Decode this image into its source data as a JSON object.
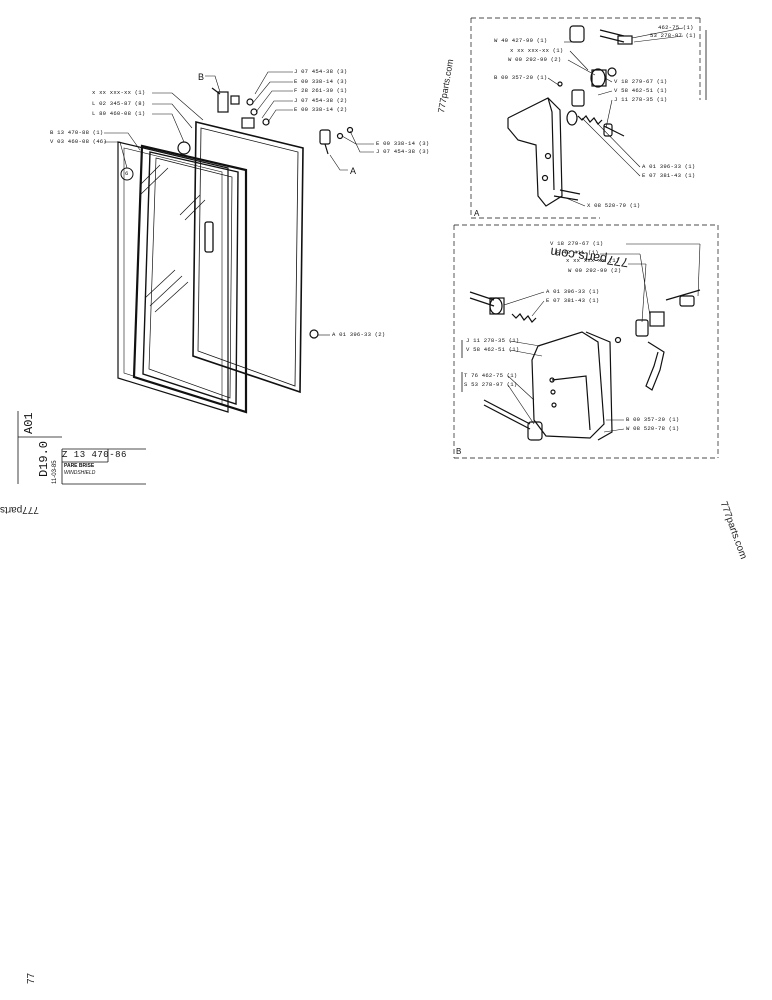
{
  "page": {
    "side_code_1": "A01",
    "side_code_2": "D19.0",
    "side_date": "11-03-85",
    "figure_number": "Z 13 470-86",
    "title_fr": "PARE BRISE",
    "title_en": "WINDSHIELD"
  },
  "watermarks": {
    "top": "777parts.com",
    "mid_left": "777parts",
    "right": "777parts.com",
    "mirror": "777parts.com",
    "bottom": "77"
  },
  "main_view": {
    "callouts": {
      "b": "B",
      "a": "A",
      "l1": "x xx xxx-xx (1)",
      "l2": "L 02 345-87 (8)",
      "l3": "L 80 460-08 (1)",
      "l4": "B 13 470-88 (1)",
      "l5": "V 03 460-08 (46)",
      "l6": "6",
      "r1": "J 07 454-38 (3)",
      "r2": "E 00 338-14 (3)",
      "r3": "F 28 261-30 (1)",
      "r4": "J 07 454-38 (2)",
      "r5": "E 00 338-14 (2)",
      "r6": "E 00 338-14 (3)",
      "r7": "J 07 454-38 (3)",
      "r8": "A 01 396-33 (2)"
    }
  },
  "detail_a": {
    "tag": "A",
    "labels": {
      "a1": "462-75 (1)",
      "a2": "53 278-97 (1)",
      "a3": "W 40 427-99 (1)",
      "a4": "x xx xxx-xx (1)",
      "a5": "W 00 292-99 (2)",
      "a6": "B 00 357-20 (1)",
      "a7": "V 18 279-67 (1)",
      "a8": "V 58 462-51 (1)",
      "a9": "J 11 278-35 (1)",
      "a10": "A 01 396-33 (1)",
      "a11": "E 07 381-43 (1)",
      "a12": "X 08 520-79 (1)"
    }
  },
  "detail_b": {
    "tag": "B",
    "labels": {
      "b1": "V 18 279-67 (1)",
      "b2": "F 48 411 (1)",
      "b3": "x xx xxx-xx (1)",
      "b4": "W 00 292-99 (2)",
      "b5": "A 01 396-33 (1)",
      "b6": "E 07 381-43 (1)",
      "b7": "J 11 278-35 (1)",
      "b8": "V 58 462-51 (1)",
      "b9": "T 76 462-75 (1)",
      "b10": "S 53 278-97 (1)",
      "b11": "B 00 357-20 (1)",
      "b12": "W 08 520-78 (1)"
    }
  }
}
